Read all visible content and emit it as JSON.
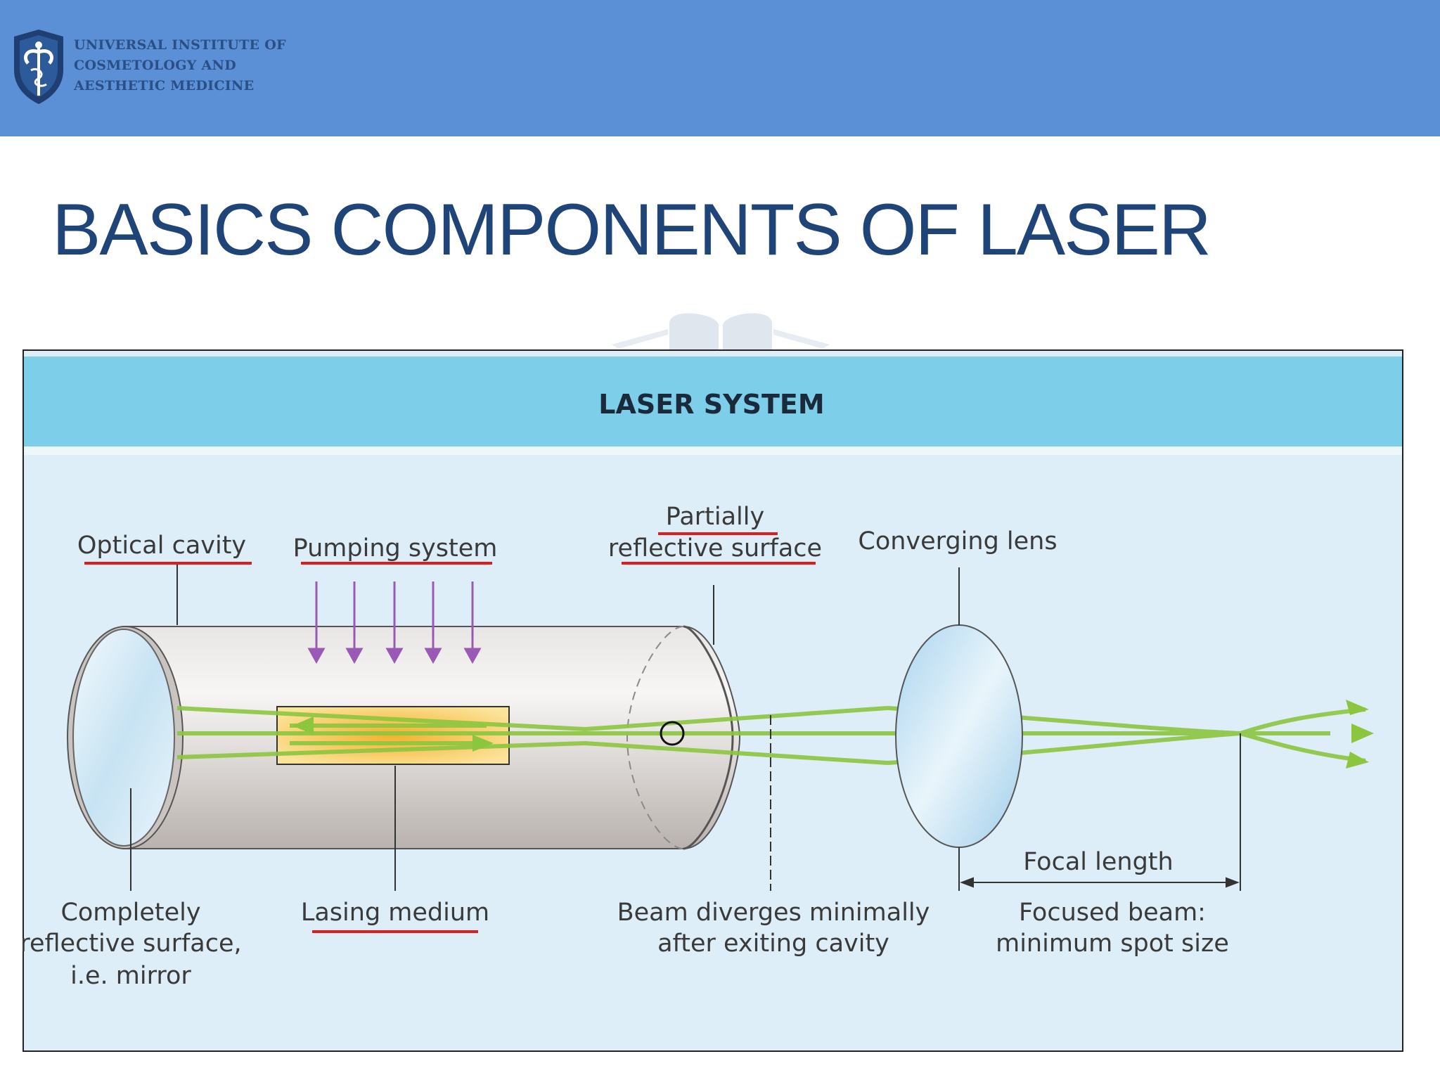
{
  "header": {
    "logo_lines": [
      "UNIVERSAL INSTITUTE OF",
      "COSMETOLOGY AND",
      "AESTHETIC MEDICINE"
    ],
    "emblem_icon": "caduceus-shield-icon",
    "color": "#5b8fd6"
  },
  "slide": {
    "title": "BASICS COMPONENTS OF LASER",
    "title_color": "#1f4477"
  },
  "diagram": {
    "panel_title": "LASER SYSTEM",
    "colors": {
      "panel_band": "#7dcfe9",
      "panel_bg": "#ddeef8",
      "beam": "#8cc63f",
      "pump_arrows": "#9b59b6",
      "underline": "#e01b1b",
      "medium": "#f5c542"
    },
    "labels": {
      "optical_cavity": "Optical cavity",
      "pumping_system": "Pumping system",
      "partially_line1": "Partially",
      "partially_line2": "reflective surface",
      "converging_lens": "Converging lens",
      "completely_line1": "Completely",
      "completely_line2": "reflective surface,",
      "completely_line3": "i.e. mirror",
      "lasing_medium": "Lasing medium",
      "beam_line1": "Beam diverges minimally",
      "beam_line2": "after exiting cavity",
      "focal_length": "Focal length",
      "focused_line1": "Focused beam:",
      "focused_line2": "minimum spot size"
    }
  }
}
